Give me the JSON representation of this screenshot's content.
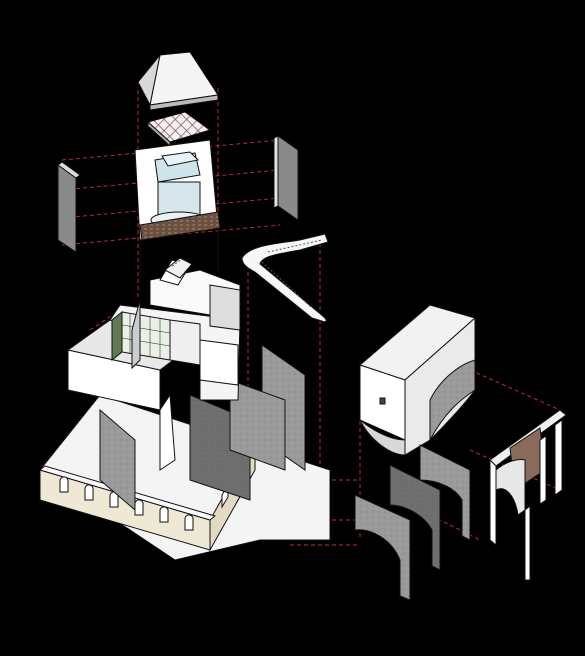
{
  "diagram": {
    "components": [
      "roof-lantern",
      "skylight-grid",
      "glass-lantern-drum",
      "tower-side-panel-left",
      "tower-side-panel-right",
      "spiral-stair-small",
      "spiral-stair-large",
      "main-house-block",
      "ground-plinth",
      "arched-garden-wall",
      "concrete-wall-panels",
      "vaulted-block",
      "arched-wall-segments",
      "arched-colonnade"
    ],
    "colors": {
      "background": "#000000",
      "white": "#ffffff",
      "light_grey": "#e6e6e6",
      "concrete": "#9a9a9a",
      "dark_concrete": "#6f6f6f",
      "glass": "#cfe3ea",
      "brick": "#8a6a5a",
      "timber": "#7a5a4a",
      "cream": "#eee8d5",
      "dashed_line": "#c8303c"
    }
  }
}
